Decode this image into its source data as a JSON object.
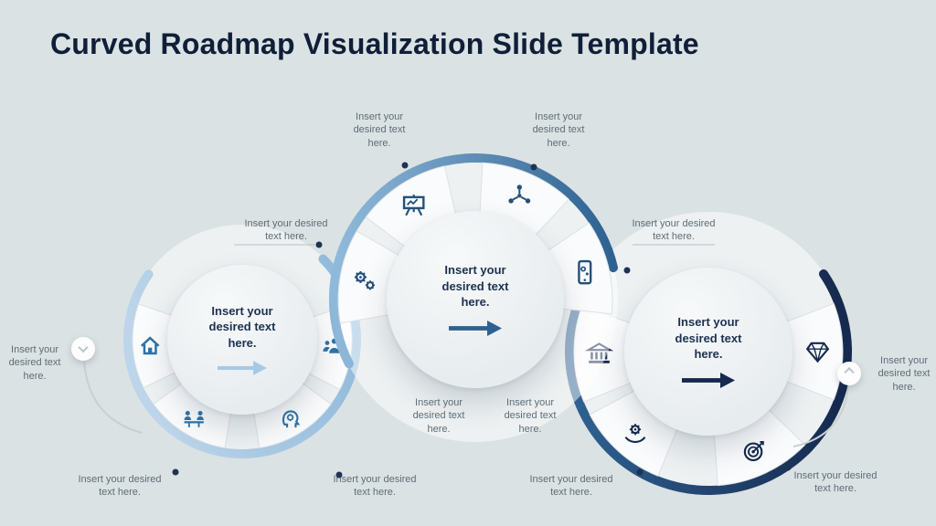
{
  "slide": {
    "title": "Curved Roadmap Visualization Slide Template"
  },
  "colors": {
    "background": "#dbe2e4",
    "title_text": "#101f38",
    "label_text": "#5f6d75",
    "wheel_1_accent": "#8fb9da",
    "wheel_2_accent": "#2e6191",
    "wheel_3_accent": "#16294e",
    "wheel_1_icon": "#2e74a8",
    "wheel_2_icon": "#24517c",
    "wheel_3_icon": "#15294e",
    "wheel_1_arrow": "#a6c9e5",
    "wheel_2_arrow": "#2e6191",
    "wheel_3_arrow": "#16294e"
  },
  "wheels": [
    {
      "name": "wheel-1",
      "center_text": "Insert your desired text here.",
      "segments": [
        {
          "icon": "home-icon"
        },
        {
          "icon": "meeting-icon"
        },
        {
          "icon": "mind-gear-icon"
        },
        {
          "icon": "team-icon"
        }
      ]
    },
    {
      "name": "wheel-2",
      "center_text": "Insert your desired text here.",
      "segments": [
        {
          "icon": "gears-icon"
        },
        {
          "icon": "billboard-icon"
        },
        {
          "icon": "network-icon"
        },
        {
          "icon": "mobile-icon"
        }
      ]
    },
    {
      "name": "wheel-3",
      "center_text": "Insert your desired text here.",
      "segments": [
        {
          "icon": "bank-icon"
        },
        {
          "icon": "services-icon"
        },
        {
          "icon": "target-icon"
        },
        {
          "icon": "diamond-icon"
        }
      ]
    }
  ],
  "labels": [
    {
      "text": "Insert your desired text here."
    },
    {
      "text": "Insert your desired text here."
    },
    {
      "text": "Insert your desired text here."
    },
    {
      "text": "Insert your desired text here."
    },
    {
      "text": "Insert your desired text here."
    },
    {
      "text": "Insert your desired text here."
    },
    {
      "text": "Insert your desired text here."
    },
    {
      "text": "Insert your desired text here."
    },
    {
      "text": "Insert your desired text here."
    },
    {
      "text": "Insert your desired text here."
    },
    {
      "text": "Insert your desired text here."
    },
    {
      "text": "Insert your desired text here."
    }
  ]
}
